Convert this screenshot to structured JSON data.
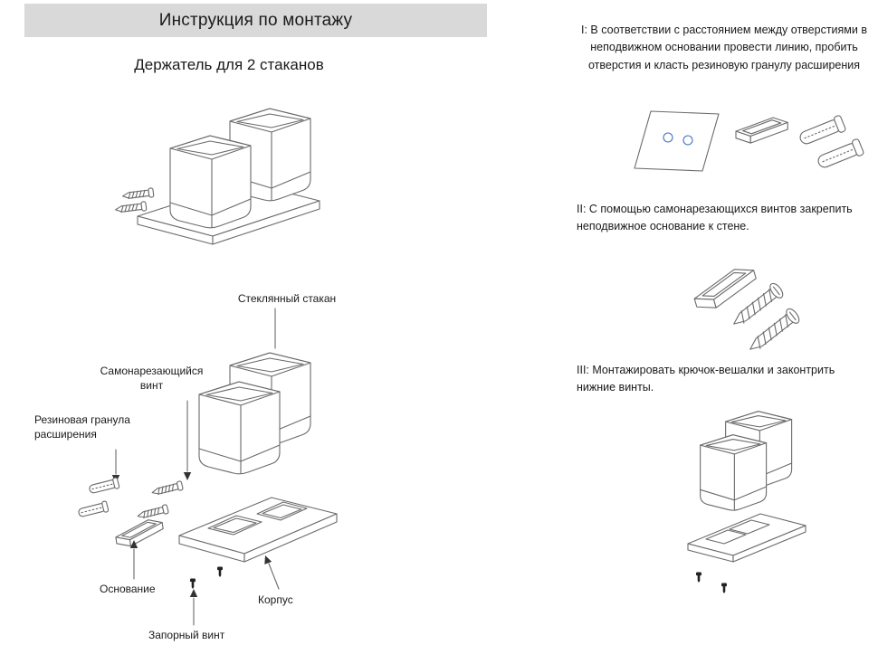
{
  "page": {
    "title": "Инструкция по монтажу",
    "subtitle": "Держатель для 2 стаканов"
  },
  "exploded_labels": {
    "glass_cup": "Стеклянный стакан",
    "self_tapping_screw": "Самонарезающийся винт",
    "rubber_expansion_plug": "Резиновая гранула расширения",
    "base": "Основание",
    "body": "Корпус",
    "locking_screw": "Запорный винт"
  },
  "steps": [
    {
      "text": "I: В соответствии с расстоянием между отверстиями в неподвижном основании провести линию, пробить отверстия и класть резиновую гранулу расширения"
    },
    {
      "text": "II: С помощью самонарезающихся винтов закрепить неподвижное основание к стене."
    },
    {
      "text": "III: Монтажировать крючок-вешалки и законтрить нижние винты."
    }
  ],
  "colors": {
    "header_background": "#d9d9d9",
    "line_art": "#6a6a6a",
    "drill_hole_accent": "#4472c4"
  }
}
